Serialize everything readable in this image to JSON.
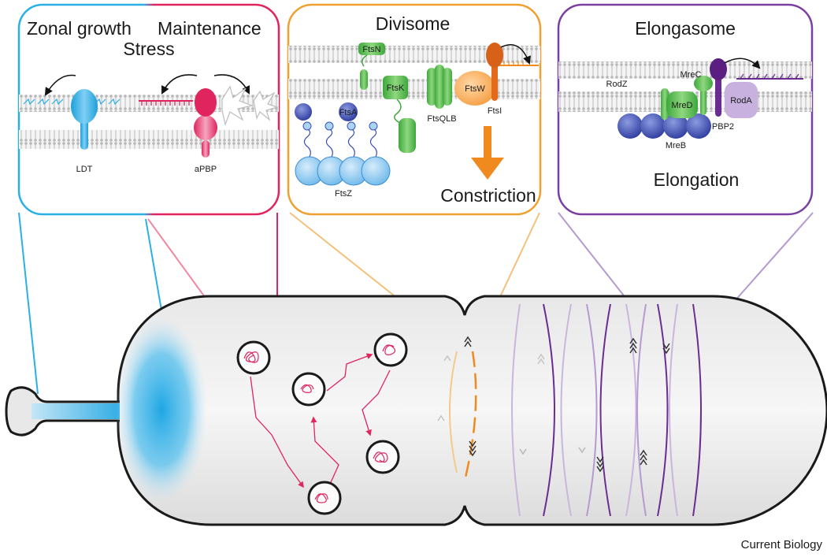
{
  "panels": {
    "left": {
      "title_a": "Zonal growth",
      "title_b": "Maintenance",
      "title_c": "Stress",
      "label_ldt": "LDT",
      "label_apbp": "aPBP",
      "border_color_a": "#2ab0e4",
      "border_color_b": "#e0245e"
    },
    "middle": {
      "title": "Divisome",
      "label_ftsn": "FtsN",
      "label_ftsa": "FtsA",
      "label_ftsk": "FtsK",
      "label_ftsqlb": "FtsQLB",
      "label_ftsw": "FtsW",
      "label_ftsi": "FtsI",
      "label_ftsz": "FtsZ",
      "label_constriction": "Constriction",
      "border_color": "#f0a030"
    },
    "right": {
      "title": "Elongasome",
      "label_rodz": "RodZ",
      "label_mrec": "MreC",
      "label_mred": "MreD",
      "label_roda": "RodA",
      "label_pbp2": "PBP2",
      "label_mreb": "MreB",
      "label_elongation": "Elongation",
      "border_color": "#7a3fa0"
    }
  },
  "credit": "Current Biology",
  "colors": {
    "cyan": "#2ab0e4",
    "pink": "#e0245e",
    "orange": "#f08a1e",
    "purple": "#6a2c91",
    "green": "#4cb848",
    "blue": "#3b4fb5"
  }
}
